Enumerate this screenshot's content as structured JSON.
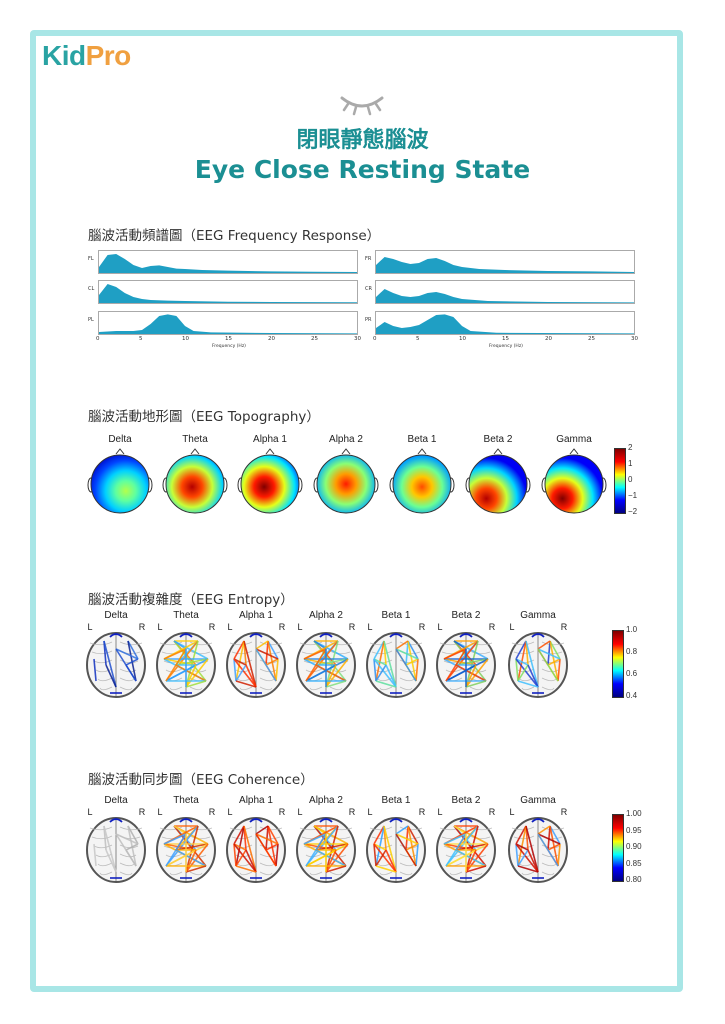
{
  "logo": {
    "text_kid": "Kid",
    "text_pro": "Pro"
  },
  "header": {
    "title_cn": "閉眼靜態腦波",
    "title_en": "Eye Close Resting State"
  },
  "icons": {
    "eye": "closed-eye-icon"
  },
  "sections": {
    "frequency": "腦波活動頻譜圖（EEG Frequency Response）",
    "topography": "腦波活動地形圖（EEG Topography）",
    "entropy": "腦波活動複雜度（EEG Entropy）",
    "coherence": "腦波活動同步圖（EEG Coherence）"
  },
  "frequency_chart": {
    "channels_left": [
      "FL",
      "CL",
      "PL"
    ],
    "channels_right": [
      "FR",
      "CR",
      "PR"
    ],
    "x_ticks": [
      "0",
      "5",
      "10",
      "15",
      "20",
      "25",
      "30"
    ],
    "x_label": "Frequency (Hz)",
    "fill_color": "#1f9fc4"
  },
  "bands": [
    "Delta",
    "Theta",
    "Alpha 1",
    "Alpha 2",
    "Beta 1",
    "Beta 2",
    "Gamma"
  ],
  "topography_colorbar": [
    "2",
    "1",
    "0",
    "−1",
    "−2"
  ],
  "entropy_colorbar": [
    "1.0",
    "0.8",
    "0.6",
    "0.4"
  ],
  "coherence_colorbar": [
    "1.00",
    "0.95",
    "0.90",
    "0.85",
    "0.80"
  ],
  "brain_lr": {
    "left": "L",
    "right": "R"
  },
  "colors": {
    "accent": "#1b8f93",
    "frame": "#a8e6e6",
    "logo_orange": "#f0a040"
  }
}
